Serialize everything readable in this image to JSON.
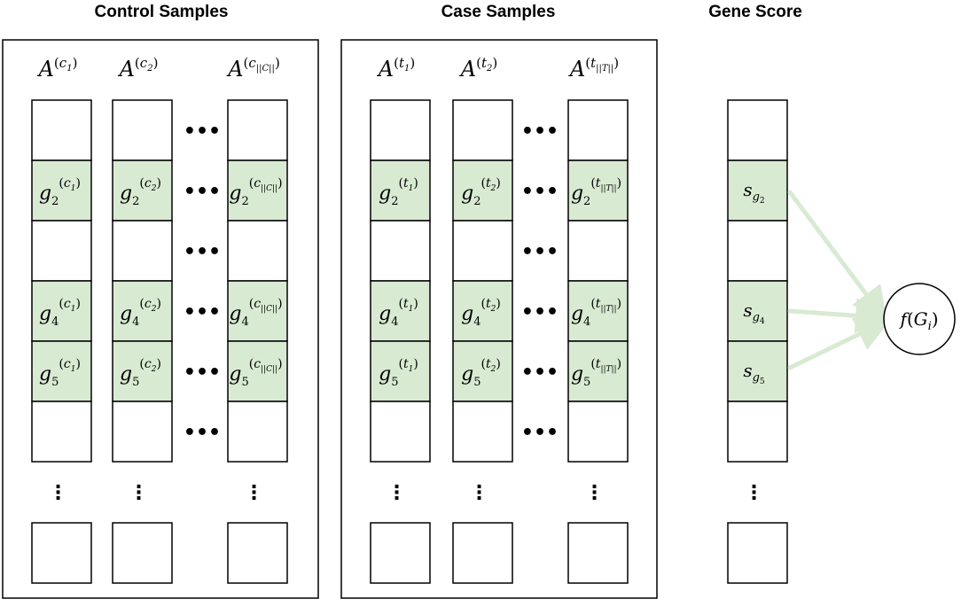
{
  "headers": {
    "control": "Control Samples",
    "case": "Case Samples",
    "score": "Gene Score"
  },
  "symbols": {
    "A": "A",
    "g": "g",
    "s": "s",
    "f": "f",
    "G": "G",
    "i": "i"
  },
  "control": {
    "columns": [
      {
        "sup": "c",
        "sub": "1"
      },
      {
        "sup": "c",
        "sub": "2"
      },
      {
        "sup": "c",
        "sub": "||C||"
      }
    ]
  },
  "case": {
    "columns": [
      {
        "sup": "t",
        "sub": "1"
      },
      {
        "sup": "t",
        "sub": "2"
      },
      {
        "sup": "t",
        "sub": "||T||"
      }
    ]
  },
  "highlighted_genes": [
    "2",
    "4",
    "5"
  ],
  "gene_score_labels": [
    "g2",
    "g4",
    "g5"
  ],
  "function_label": "f(Gi)",
  "colors": {
    "highlight": "#d9ead3",
    "arrow": "#d9ead3",
    "border": "#000000"
  },
  "glyphs": {
    "hdots": "•••",
    "vdots": "⋮"
  }
}
